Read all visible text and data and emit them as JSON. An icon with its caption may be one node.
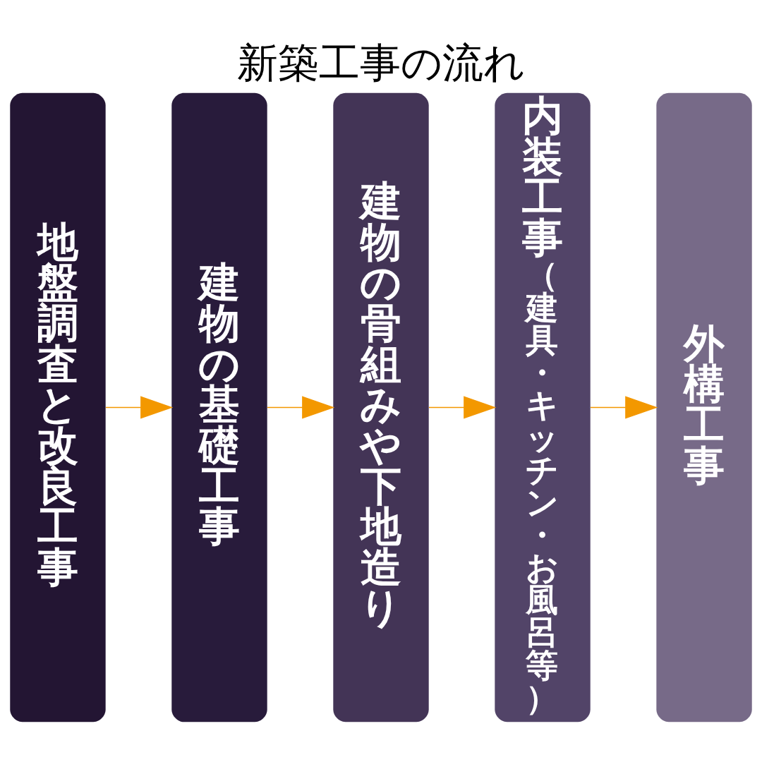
{
  "diagram": {
    "title": "新築工事の流れ",
    "nodes": [
      {
        "text": [
          "地盤調査と改良工事"
        ]
      },
      {
        "text": [
          "建物の基礎工事"
        ]
      },
      {
        "text": [
          "建物の骨組みや下地造り"
        ]
      },
      {
        "text": [
          "内装工事",
          "（建具・キッチン・お風呂等）"
        ]
      },
      {
        "text": [
          "外構工事"
        ]
      }
    ],
    "edges": [
      {
        "from": 0,
        "to": 1,
        "arrow": "to"
      },
      {
        "from": 1,
        "to": 2,
        "arrow": "to"
      },
      {
        "from": 2,
        "to": 3,
        "arrow": "to"
      },
      {
        "from": 3,
        "to": 4,
        "arrow": "to"
      }
    ]
  }
}
